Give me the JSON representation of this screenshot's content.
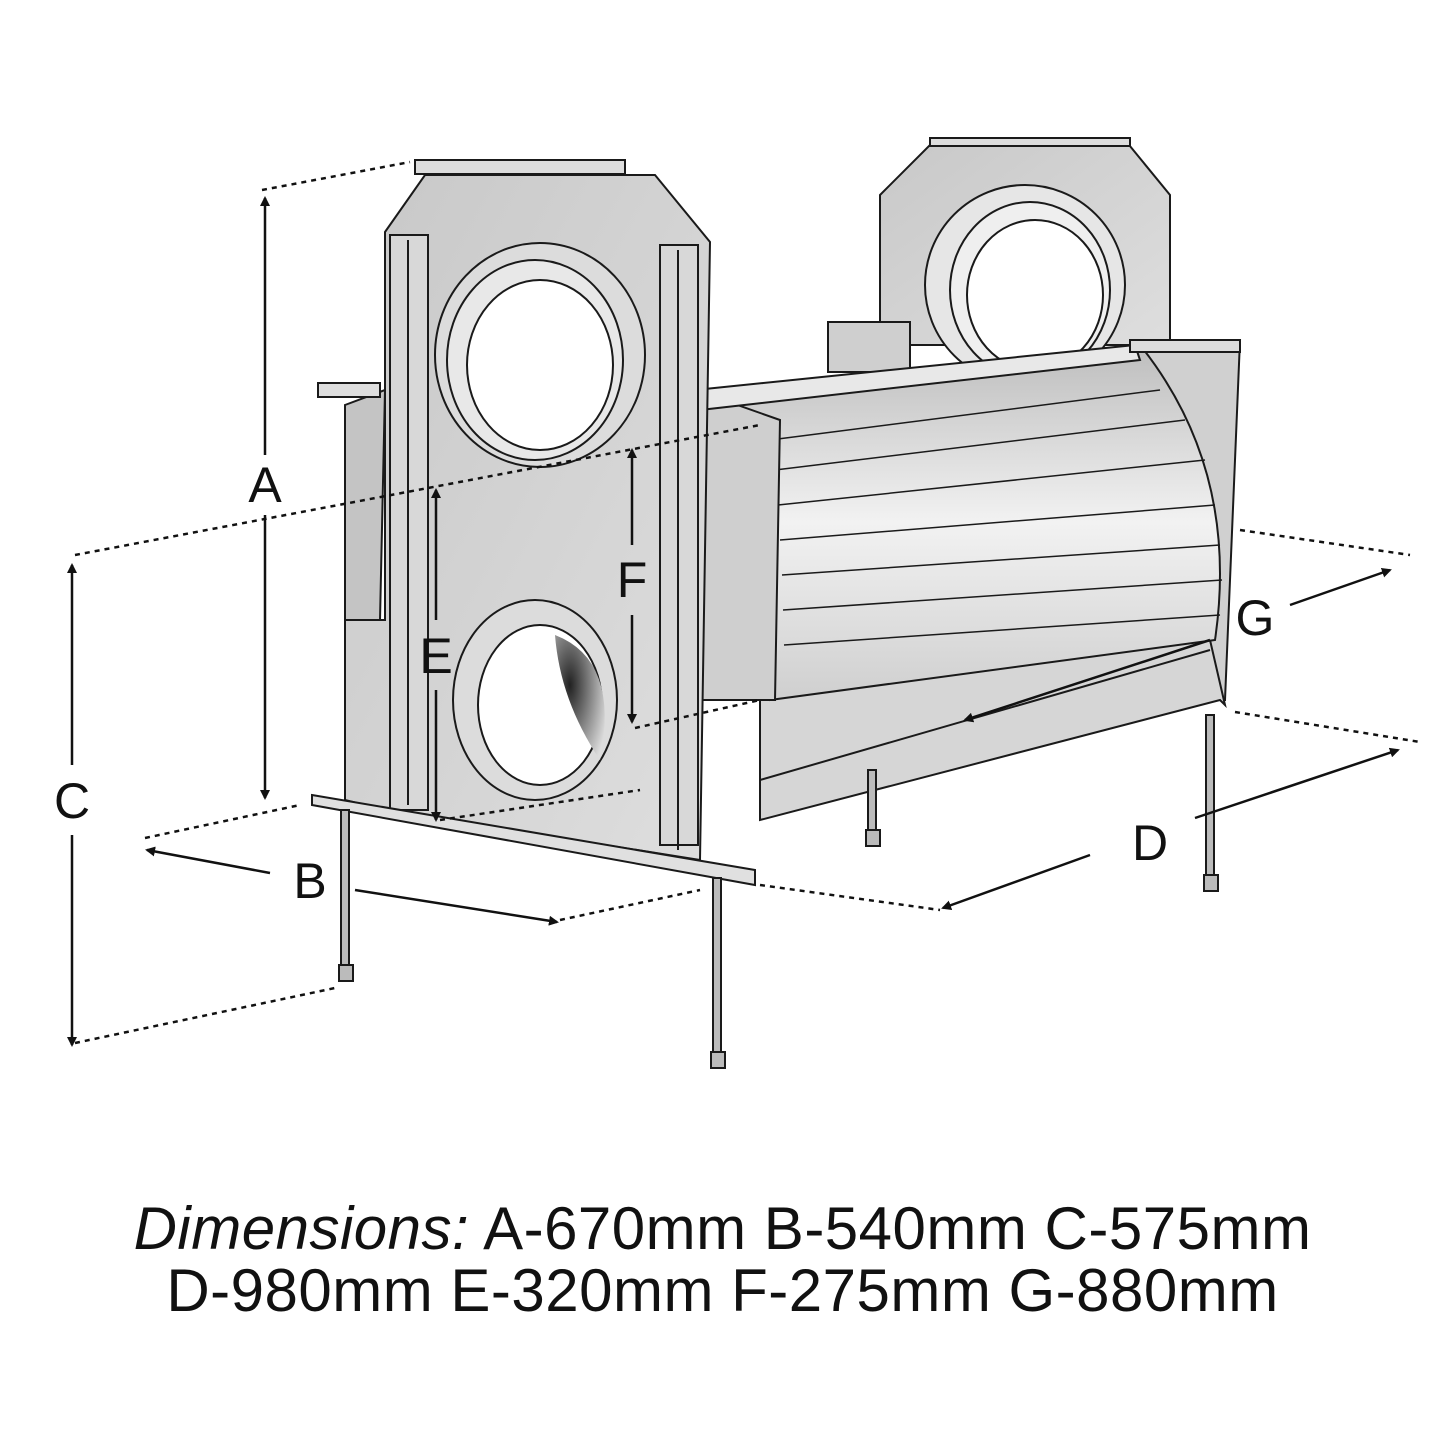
{
  "diagram": {
    "labels": {
      "a": "A",
      "b": "B",
      "c": "C",
      "d": "D",
      "e": "E",
      "f": "F",
      "g": "G"
    },
    "colors": {
      "metal": "#d4d4d4",
      "metal_light": "#ececec",
      "metal_dark": "#9a9a9a",
      "line": "#1a1a1a"
    }
  },
  "caption": {
    "prefix": "Dimensions:",
    "line1": "A-670mm B-540mm C-575mm",
    "line2": "D-980mm E-320mm F-275mm G-880mm"
  }
}
